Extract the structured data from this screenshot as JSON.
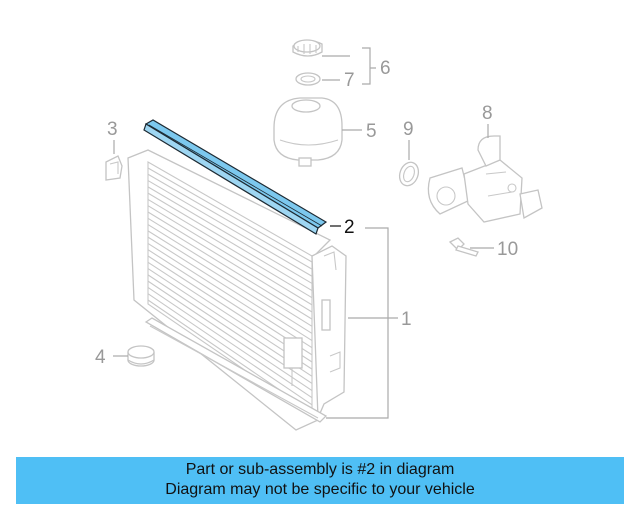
{
  "diagram": {
    "callouts": [
      "1",
      "2",
      "3",
      "4",
      "5",
      "6",
      "7",
      "8",
      "9",
      "10"
    ],
    "highlight_color": "#7cc8ee",
    "highlighted_part": "2"
  },
  "banner": {
    "line1": "Part or sub-assembly is #2 in diagram",
    "line2": "Diagram may not be specific to your vehicle",
    "background": "#4fbff5"
  }
}
